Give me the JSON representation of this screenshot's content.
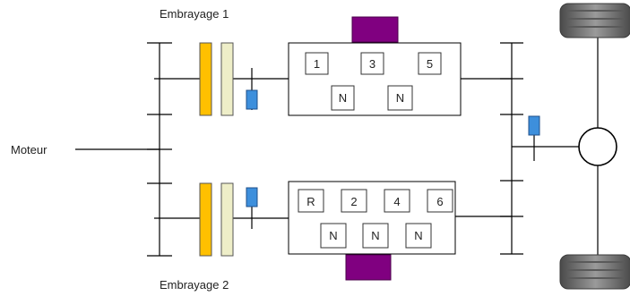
{
  "labels": {
    "clutch_1": "Embrayage 1",
    "clutch_2": "Embrayage 2",
    "engine": "Moteur"
  },
  "gearbox_1": {
    "gears": [
      "1",
      "3",
      "5"
    ],
    "neutrals": [
      "N",
      "N"
    ]
  },
  "gearbox_2": {
    "gears": [
      "R",
      "2",
      "4",
      "6"
    ],
    "neutrals": [
      "N",
      "N",
      "N"
    ]
  },
  "colors": {
    "clutch_disc_driving": "#ffc000",
    "clutch_disc_driven": "#eeeec8",
    "synchronizer": "#3d8fdc",
    "actuator": "#800080",
    "tire": "#6e6e6e",
    "line": "#000000"
  },
  "icons": {
    "tire_top": "tire-icon",
    "tire_bottom": "tire-icon",
    "differential": "differential-circle"
  }
}
